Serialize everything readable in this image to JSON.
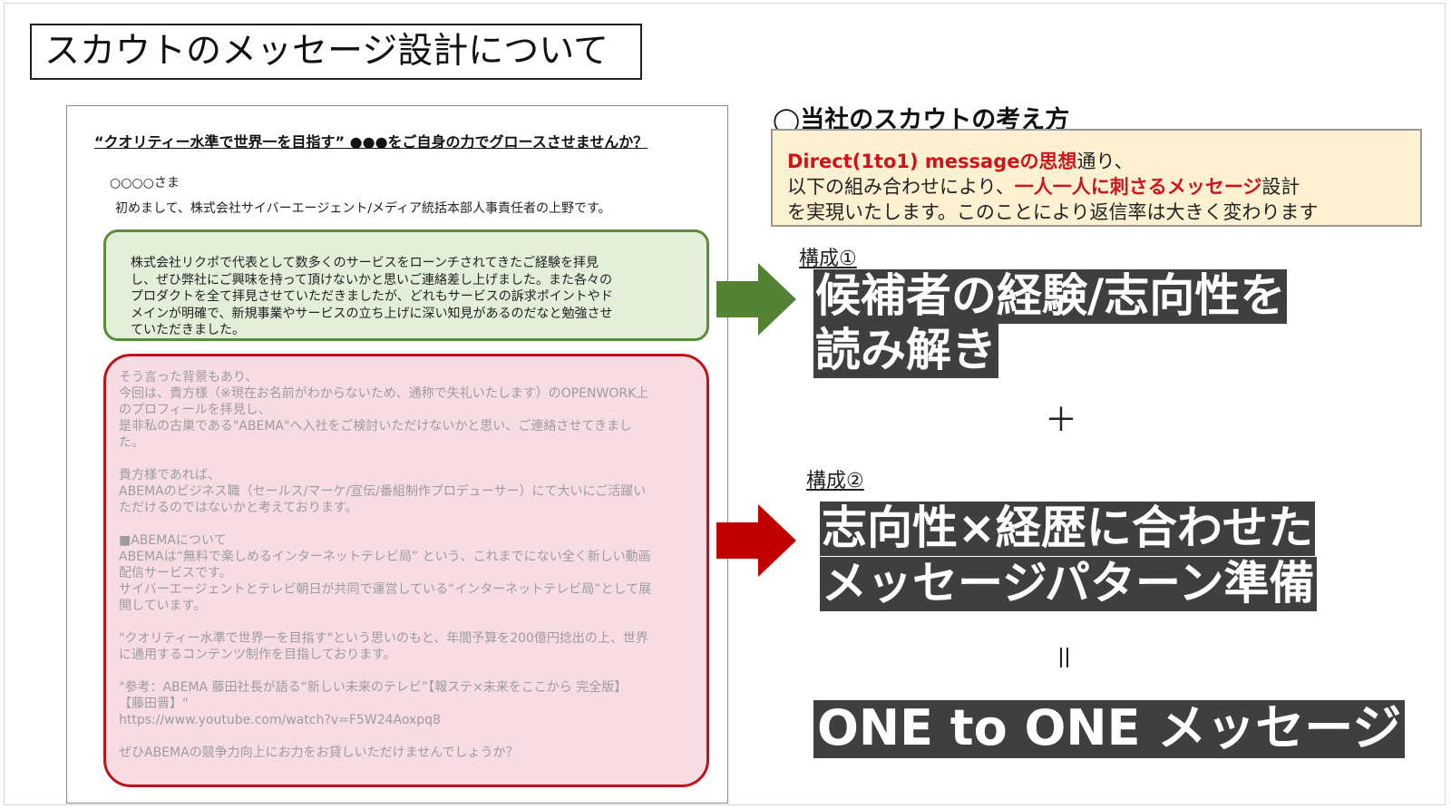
{
  "title": "スカウトのメッセージ設計について",
  "message": {
    "subject": "“クオリティー水準で世界一を目指す” ●●●をご自身の力でグロースさせませんか？",
    "greeting": "○○○○さま",
    "intro": "初めまして、株式会社サイバーエージェント/メディア統括本部人事責任者の上野です。",
    "green_lines": [
      "株式会社リクポで代表として数多くのサービスをローンチされてきたご経験を拝見",
      "し、ぜひ弊社にご興味を持って頂けないかと思いご連絡差し上げました。また各々の",
      "プロダクトを全て拝見させていただきましたが、どれもサービスの訴求ポイントやド",
      "メインが明確で、新規事業やサービスの立ち上げに深い知見があるのだなと勉強させ",
      "ていただきました。"
    ],
    "red_paragraphs": [
      [
        "そう言った背景もあり、",
        "今回は、貴方様（※現在お名前がわからないため、通称で失礼いたします）のOPENWORK上",
        "のプロフィールを拝見し、",
        "是非私の古巣である\"ABEMA\"へ入社をご検討いただけないかと思い、ご連絡させてきまし",
        "た。"
      ],
      [
        "貴方様であれば、",
        "ABEMAのビジネス職（セールス/マーケ/宣伝/番組制作プロデューサー）にて大いにご活躍い",
        "ただけるのではないかと考えております。"
      ],
      [
        "■ABEMAについて",
        "ABEMAは“無料で楽しめるインターネットテレビ局” という、これまでにない全く新しい動画",
        "配信サービスです。",
        "サイバーエージェントとテレビ朝日が共同で運営している“インターネットテレビ局”として展",
        "開しています。"
      ],
      [
        "\"クオリティー水準で世界一を目指す\"という思いのもと、年間予算を200億円捻出の上、世界",
        "に通用するコンテンツ制作を目指しております。"
      ],
      [
        "\"参考：ABEMA 藤田社長が語る“新しい未来のテレビ”【報ステ×未来をここから 完全版】",
        "【藤田晋】\"",
        "https://www.youtube.com/watch?v=F5W24Aoxpq8"
      ],
      [
        "ぜひABEMAの競争力向上にお力をお貸しいただけませんでしょうか？"
      ]
    ]
  },
  "right": {
    "heading": "◯当社のスカウトの考え方",
    "box": {
      "line1_red": "Direct(1to1) messageの思想",
      "line1_rest": "通り、",
      "line2_pre": "以下の組み合わせにより、",
      "line2_red": "一人一人に刺さるメッセージ",
      "line2_post": "設計",
      "line3": "を実現いたします。このことにより返信率は大きく変わります"
    },
    "comp1_label": "構成①",
    "comp1_lines": [
      "候補者の経験/志向性を",
      "読み解き"
    ],
    "plus": "＋",
    "comp2_label": "構成②",
    "comp2_lines": [
      "志向性×経歴に合わせた",
      "メッセージパターン準備"
    ],
    "equals": "＝",
    "result": "ONE to ONE メッセージ"
  },
  "colors": {
    "green_arrow": "#548235",
    "red_arrow": "#c00000",
    "dark_label_bg": "#3f3f3f",
    "accent_red": "#d0121b"
  }
}
